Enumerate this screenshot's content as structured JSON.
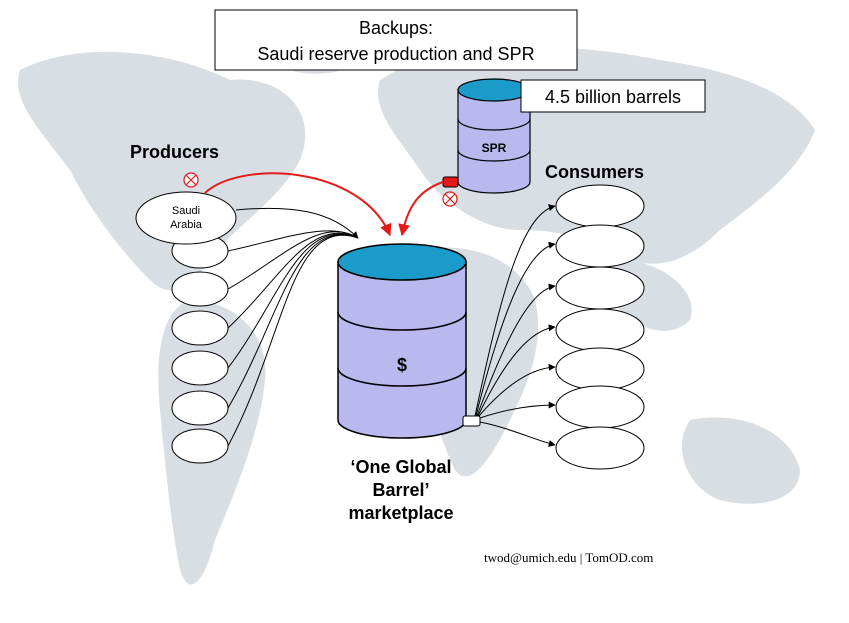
{
  "backups_box": {
    "line1": "Backups:",
    "line2": "Saudi reserve production and SPR"
  },
  "spr": {
    "label": "SPR",
    "capacity": "4.5 billion barrels"
  },
  "producers": {
    "heading": "Producers",
    "first": "Saudi Arabia"
  },
  "consumers": {
    "heading": "Consumers"
  },
  "main_barrel": {
    "symbol": "$",
    "caption": "‘One Global Barrel’ marketplace"
  },
  "footer": {
    "credit": "twod@umich.edu | TomOD.com"
  },
  "colors": {
    "barrel_body": "#b9b9f0",
    "barrel_top": "#1a9bc9",
    "arrow_red": "#e41a1a",
    "map": "#d7dbe3"
  }
}
